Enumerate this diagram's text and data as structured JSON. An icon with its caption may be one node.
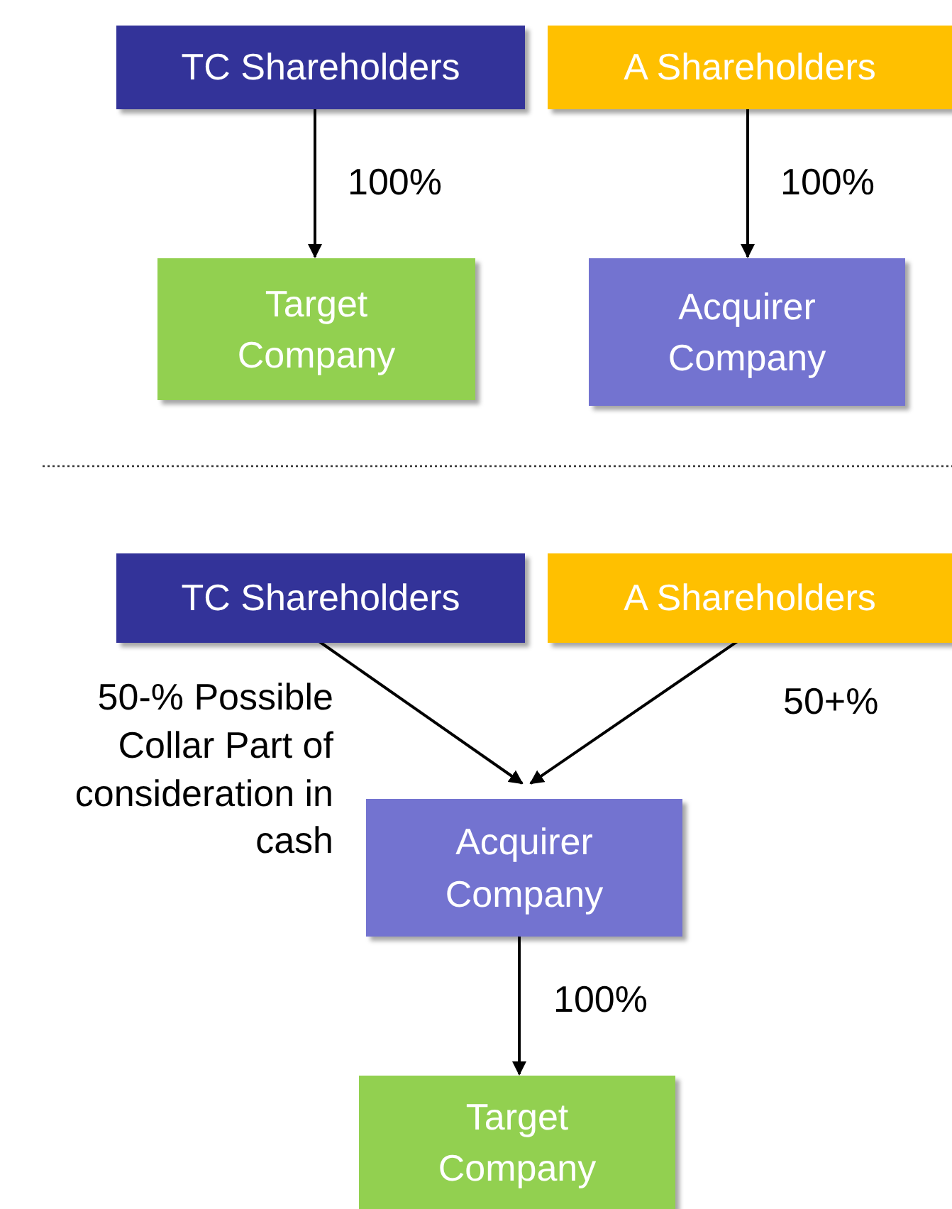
{
  "diagram": {
    "nodes": [
      {
        "text": [
          "TC Shareholders"
        ]
      },
      {
        "text": [
          "A Shareholders"
        ]
      },
      {
        "text": [
          "Target Company"
        ]
      },
      {
        "text": [
          "Acquirer Company"
        ]
      },
      {
        "text": [
          "TC Shareholders"
        ]
      },
      {
        "text": [
          "A Shareholders"
        ]
      },
      {
        "text": [
          "Acquirer Company"
        ]
      },
      {
        "text": [
          "Target Company"
        ]
      }
    ],
    "edges": [
      {
        "from": 0,
        "to": 2,
        "arrow": "to",
        "label": "100%"
      },
      {
        "from": 1,
        "to": 3,
        "arrow": "to",
        "label": "100%"
      },
      {
        "from": 4,
        "to": 6,
        "arrow": "to",
        "label": "50-% Possible Collar Part of consideration in cash"
      },
      {
        "from": 5,
        "to": 6,
        "arrow": "to",
        "label": "50+%"
      },
      {
        "from": 6,
        "to": 7,
        "arrow": "to",
        "label": "100%"
      }
    ]
  }
}
